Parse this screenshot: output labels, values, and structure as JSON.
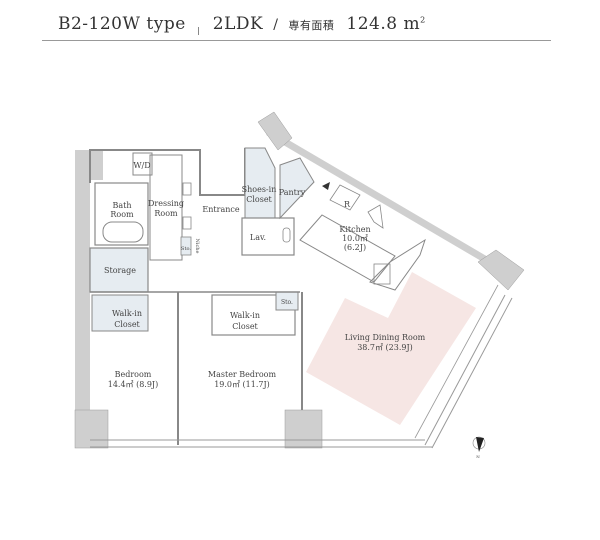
{
  "header": {
    "type_name": "B2-120W type",
    "layout": "2LDK",
    "slash": "/",
    "area_label": "専有面積",
    "area_value": "124.8",
    "area_unit": "m",
    "area_unit_sup": "2"
  },
  "rooms": {
    "wd": "W/D",
    "bath": [
      "Bath",
      "Room"
    ],
    "dressing": [
      "Dressing",
      "Room"
    ],
    "sto_small": "Sto.",
    "niche": "Niche",
    "entrance": "Entrance",
    "shoes": [
      "Shoes-in",
      "Closet"
    ],
    "pantry": "Pantry",
    "lav": "Lav.",
    "fridge": "R",
    "kitchen": [
      "Kitchen",
      "10.0㎡",
      "(6.2J)"
    ],
    "storage": "Storage",
    "wic_left": [
      "Walk-in",
      "Closet"
    ],
    "wic_mid": [
      "Walk-in",
      "Closet"
    ],
    "sto_mid": "Sto.",
    "living": [
      "Living Dining Room",
      "38.7㎡  (23.9J)"
    ],
    "bedroom": [
      "Bedroom",
      "14.4㎡  (8.9J)"
    ],
    "master": [
      "Master Bedroom",
      "19.0㎡  (11.7J)"
    ],
    "compass": "N"
  },
  "colors": {
    "closet": "#e6ecf1",
    "living": "#f6e6e4",
    "wall": "#cfcfcf",
    "line": "#888888"
  }
}
